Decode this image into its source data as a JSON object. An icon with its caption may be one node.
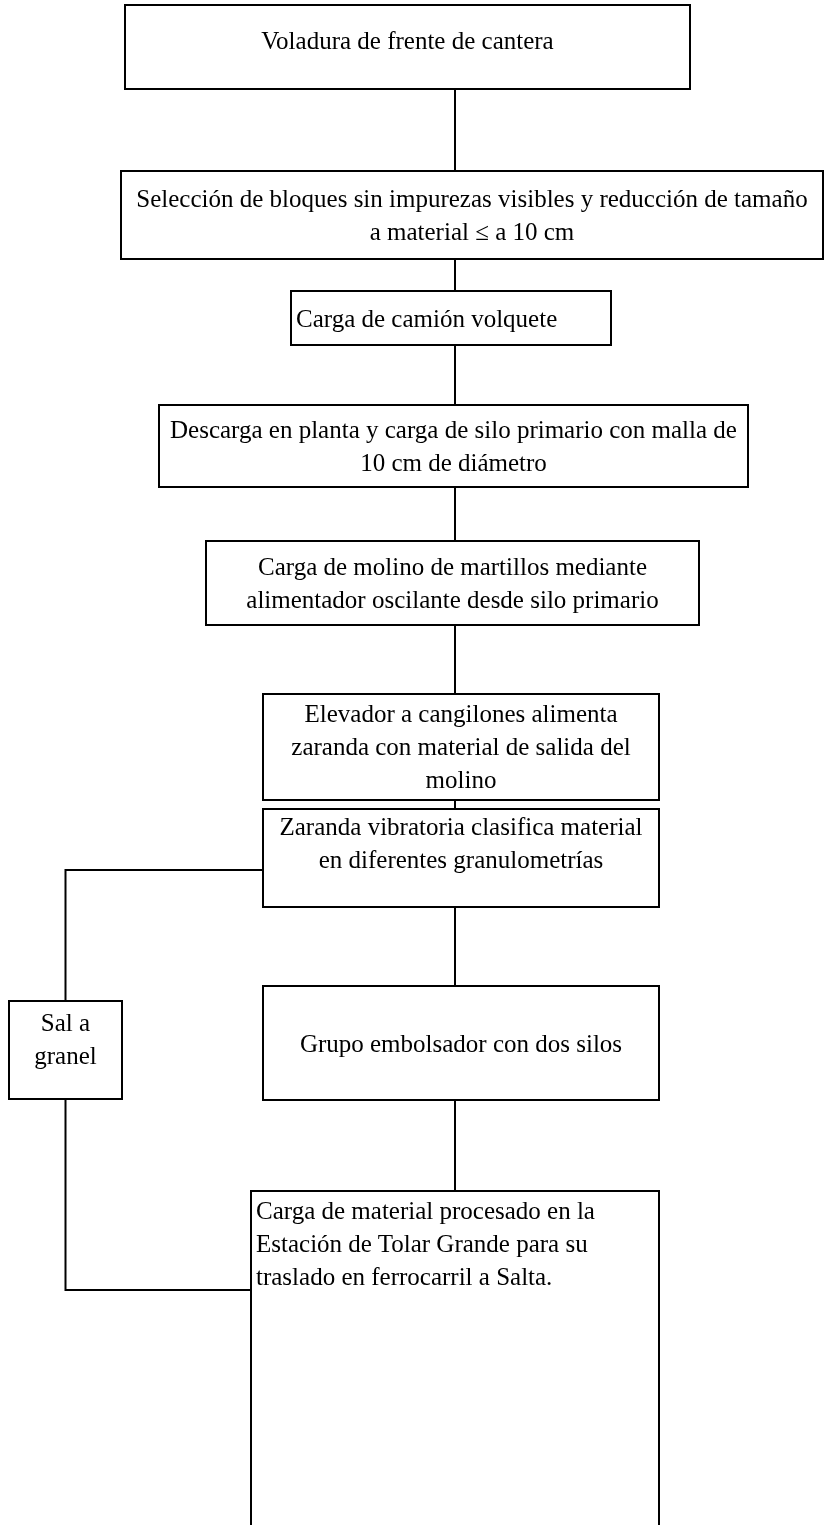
{
  "diagram": {
    "nodes": [
      {
        "text": [
          "Voladura de frente de cantera"
        ]
      },
      {
        "text": [
          "Selección de bloques sin impurezas visibles y reducción de tamaño a material ≤ a 10 cm"
        ]
      },
      {
        "text": [
          "Carga de camión volquete"
        ]
      },
      {
        "text": [
          "Descarga en planta y carga de silo primario con malla de 10 cm de diámetro"
        ]
      },
      {
        "text": [
          "Carga de molino de martillos mediante alimentador oscilante desde silo primario"
        ]
      },
      {
        "text": [
          "Elevador a cangilones alimenta zaranda con material de salida del molino"
        ]
      },
      {
        "text": [
          "Zaranda vibratoria clasifica material en diferentes granulometrías"
        ]
      },
      {
        "text": [
          "Sal a granel"
        ]
      },
      {
        "text": [
          "Grupo embolsador con dos silos"
        ]
      },
      {
        "text": [
          "Carga de material procesado en la Estación de Tolar Grande para su traslado en ferrocarril a Salta."
        ]
      }
    ],
    "edges": [
      {
        "from": 0,
        "to": 1,
        "arrow": "none"
      },
      {
        "from": 1,
        "to": 2,
        "arrow": "none"
      },
      {
        "from": 2,
        "to": 3,
        "arrow": "none"
      },
      {
        "from": 3,
        "to": 4,
        "arrow": "none"
      },
      {
        "from": 4,
        "to": 5,
        "arrow": "none"
      },
      {
        "from": 5,
        "to": 6,
        "arrow": "none"
      },
      {
        "from": 6,
        "to": 8,
        "arrow": "none"
      },
      {
        "from": 8,
        "to": 9,
        "arrow": "none"
      },
      {
        "from": 6,
        "to": 7,
        "arrow": "none"
      },
      {
        "from": 7,
        "to": 9,
        "arrow": "none"
      }
    ]
  }
}
